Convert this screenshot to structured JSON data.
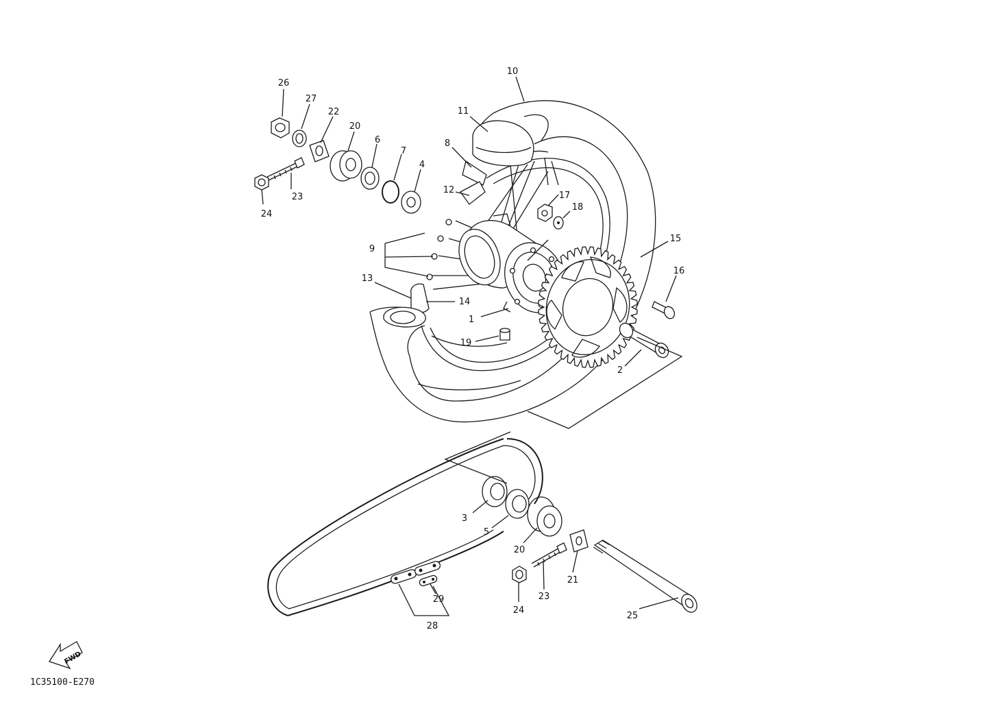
{
  "diagram_code": "1C35100-E270",
  "fwd_label": "FWD",
  "callouts": {
    "c1": "1",
    "c2": "2",
    "c3": "3",
    "c4": "4",
    "c5": "5",
    "c6": "6",
    "c7": "7",
    "c8": "8",
    "c9": "9",
    "c10": "10",
    "c11": "11",
    "c12": "12",
    "c13": "13",
    "c14": "14",
    "c15": "15",
    "c16": "16",
    "c17": "17",
    "c18": "18",
    "c19": "19",
    "c20a": "20",
    "c20b": "20",
    "c21": "21",
    "c22": "22",
    "c23a": "23",
    "c23b": "23",
    "c24a": "24",
    "c24b": "24",
    "c25": "25",
    "c26": "26",
    "c27": "27",
    "c28": "28",
    "c29": "29"
  }
}
